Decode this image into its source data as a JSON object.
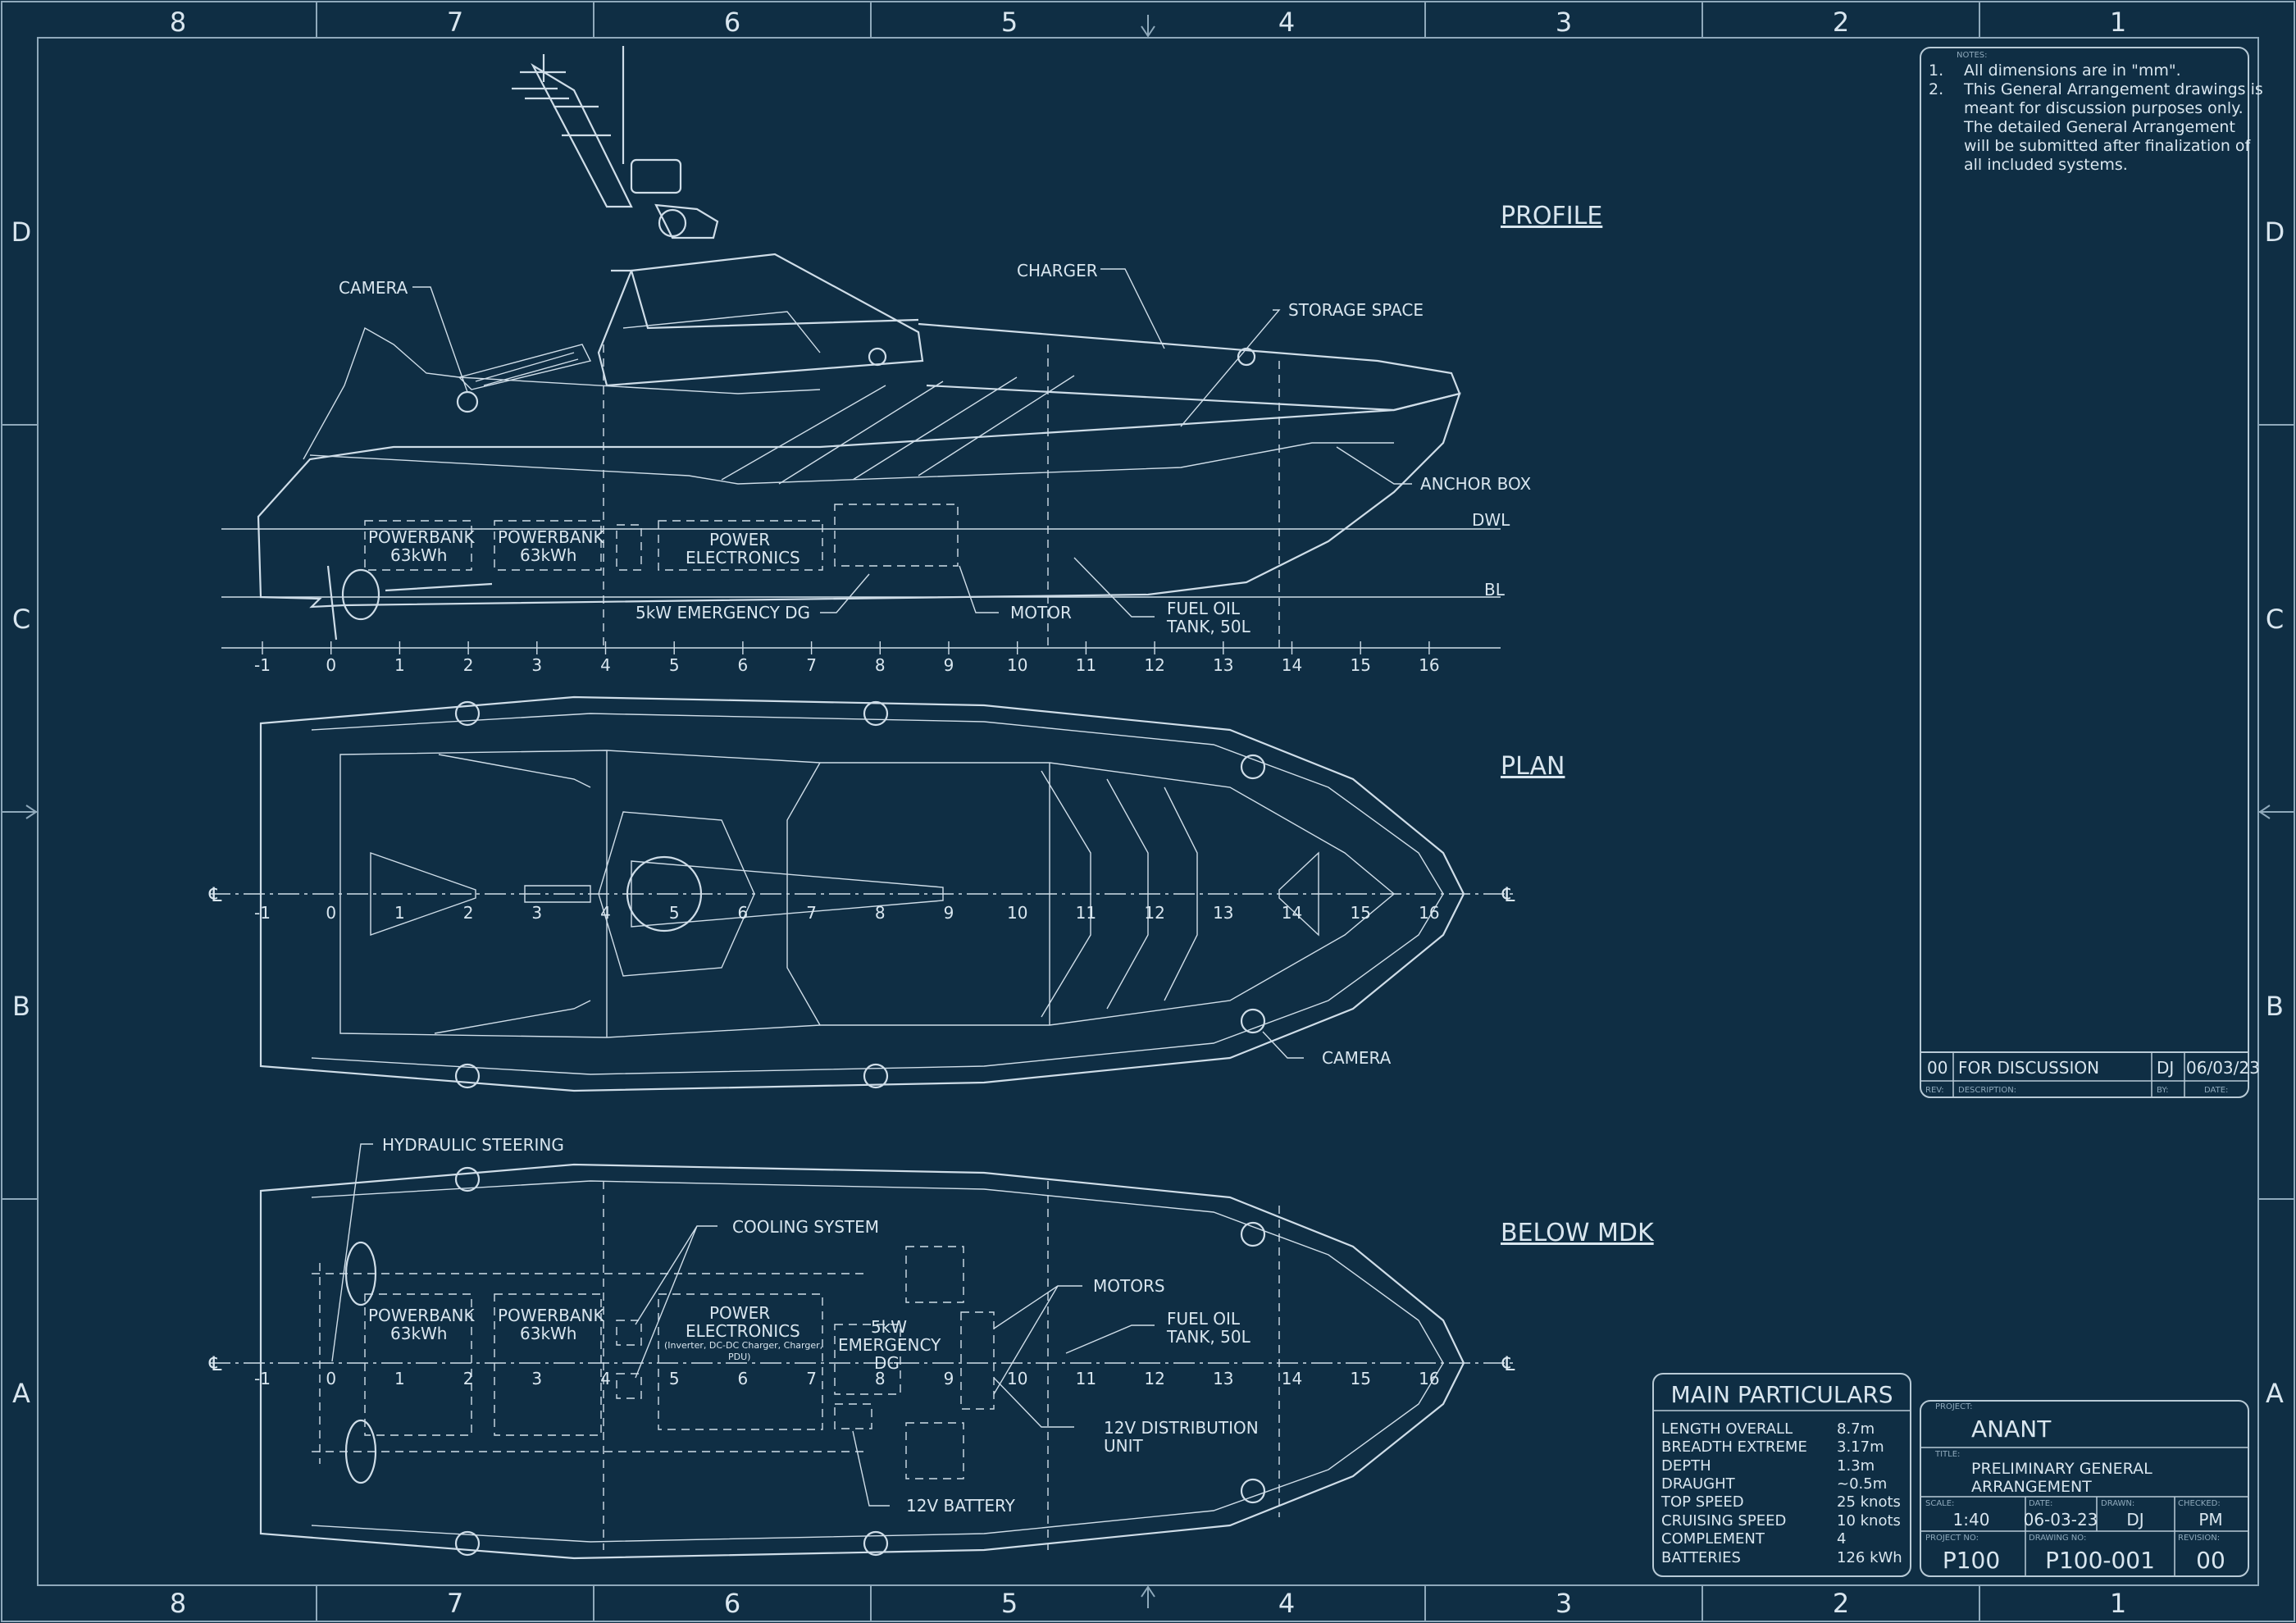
{
  "border": {
    "columns": [
      "8",
      "7",
      "6",
      "5",
      "4",
      "3",
      "2",
      "1"
    ],
    "rows": [
      "D",
      "C",
      "B",
      "A"
    ]
  },
  "views": {
    "profile": "PROFILE",
    "plan": "PLAN",
    "below_mdk": "BELOW MDK"
  },
  "profile_labels": {
    "camera": "CAMERA",
    "charger": "CHARGER",
    "storage_space": "STORAGE SPACE",
    "anchor_box": "ANCHOR BOX",
    "dwl": "DWL",
    "bl": "BL",
    "powerbank1": "POWERBANK",
    "powerbank1_cap": "63kWh",
    "powerbank2": "POWERBANK",
    "powerbank2_cap": "63kWh",
    "power_electronics_1": "POWER",
    "power_electronics_2": "ELECTRONICS",
    "emergency_dg": "5kW EMERGENCY DG",
    "motor": "MOTOR",
    "fuel_oil_1": "FUEL OIL",
    "fuel_oil_2": "TANK, 50L"
  },
  "frame_numbers": [
    "-1",
    "0",
    "1",
    "2",
    "3",
    "4",
    "5",
    "6",
    "7",
    "8",
    "9",
    "10",
    "11",
    "12",
    "13",
    "14",
    "15",
    "16"
  ],
  "plan_labels": {
    "camera": "CAMERA",
    "cl_left": "℄",
    "cl_right": "℄"
  },
  "below_labels": {
    "hydraulic_steering": "HYDRAULIC STEERING",
    "cooling_system": "COOLING SYSTEM",
    "motors": "MOTORS",
    "fuel_oil_1": "FUEL OIL",
    "fuel_oil_2": "TANK, 50L",
    "distribution_1": "12V DISTRIBUTION",
    "distribution_2": "UNIT",
    "battery": "12V BATTERY",
    "powerbank1": "POWERBANK",
    "powerbank1_cap": "63kWh",
    "powerbank2": "POWERBANK",
    "powerbank2_cap": "63kWh",
    "power_electronics_1": "POWER",
    "power_electronics_2": "ELECTRONICS",
    "power_electronics_3": "(Inverter, DC-DC Charger, Charger,",
    "power_electronics_4": "PDU)",
    "dg_1": "5kW",
    "dg_2": "EMERGENCY",
    "dg_3": "DG",
    "cl_left": "℄",
    "cl_right": "℄"
  },
  "notes": {
    "heading": "NOTES:",
    "items": [
      {
        "num": "1.",
        "lines": [
          "All dimensions are in \"mm\"."
        ]
      },
      {
        "num": "2.",
        "lines": [
          "This General Arrangement drawings is",
          "meant for discussion purposes only.",
          "The detailed General Arrangement",
          "will be submitted after finalization of",
          "all included systems."
        ]
      }
    ]
  },
  "revision": {
    "rev": "00",
    "description": "FOR DISCUSSION",
    "by": "DJ",
    "date": "06/03/23",
    "h_rev": "REV:",
    "h_description": "DESCRIPTION:",
    "h_by": "BY:",
    "h_date": "DATE:"
  },
  "main_particulars": {
    "title": "MAIN PARTICULARS",
    "rows": [
      {
        "k": "LENGTH OVERALL",
        "v": "8.7m"
      },
      {
        "k": "BREADTH EXTREME",
        "v": "3.17m"
      },
      {
        "k": "DEPTH",
        "v": "1.3m"
      },
      {
        "k": "DRAUGHT",
        "v": "~0.5m"
      },
      {
        "k": "TOP SPEED",
        "v": "25 knots"
      },
      {
        "k": "CRUISING SPEED",
        "v": "10 knots"
      },
      {
        "k": "COMPLEMENT",
        "v": "4"
      },
      {
        "k": "BATTERIES",
        "v": "126 kWh"
      }
    ]
  },
  "title_block": {
    "h_project": "PROJECT:",
    "project": "ANANT",
    "h_title": "TITLE:",
    "title_1": "PRELIMINARY GENERAL",
    "title_2": "ARRANGEMENT",
    "h_scale": "SCALE:",
    "scale": "1:40",
    "h_date": "DATE:",
    "date": "06-03-23",
    "h_drawn": "DRAWN:",
    "drawn": "DJ",
    "h_checked": "CHECKED:",
    "checked": "PM",
    "h_project_no": "PROJECT NO:",
    "project_no": "P100",
    "h_drawing_no": "DRAWING NO:",
    "drawing_no": "P100-001",
    "h_revision": "REVISION:",
    "revision": "00"
  }
}
